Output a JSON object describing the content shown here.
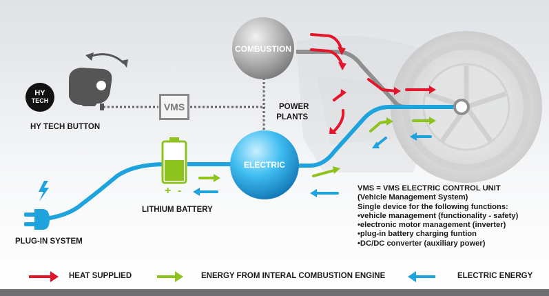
{
  "colors": {
    "heat": "#e3152b",
    "combustion_energy": "#8dc21f",
    "electric_energy": "#1ea3dc",
    "wire": "#8a8a8a"
  },
  "labels": {
    "combustion": "COMBUSTION",
    "electric": "ELECTRIC",
    "vms": "VMS",
    "power_plants_line1": "POWER",
    "power_plants_line2": "PLANTS",
    "hy_tech_button": "HY TECH BUTTON",
    "hy_tech_logo_line1": "HY",
    "hy_tech_logo_line2": "TECH",
    "lithium_battery": "LITHIUM BATTERY",
    "battery_plus": "+",
    "battery_minus": "-",
    "plug_in_system": "PLUG-IN SYSTEM"
  },
  "info": {
    "line1": "VMS = VMS ELECTRIC CONTROL UNIT",
    "line2": "(Vehicle Management System)",
    "line3": "Single device for the following functions:",
    "functions": [
      "vehicle management (functionality - safety)",
      "electronic motor management (inverter)",
      "plug-in battery charging funtion",
      "DC/DC converter (auxiliary power)"
    ]
  },
  "legend": {
    "heat_supplied": "HEAT SUPPLIED",
    "energy_combustion": "ENERGY FROM INTERAL COMBUSTION ENGINE",
    "electric_energy": "ELECTRIC ENERGY"
  }
}
